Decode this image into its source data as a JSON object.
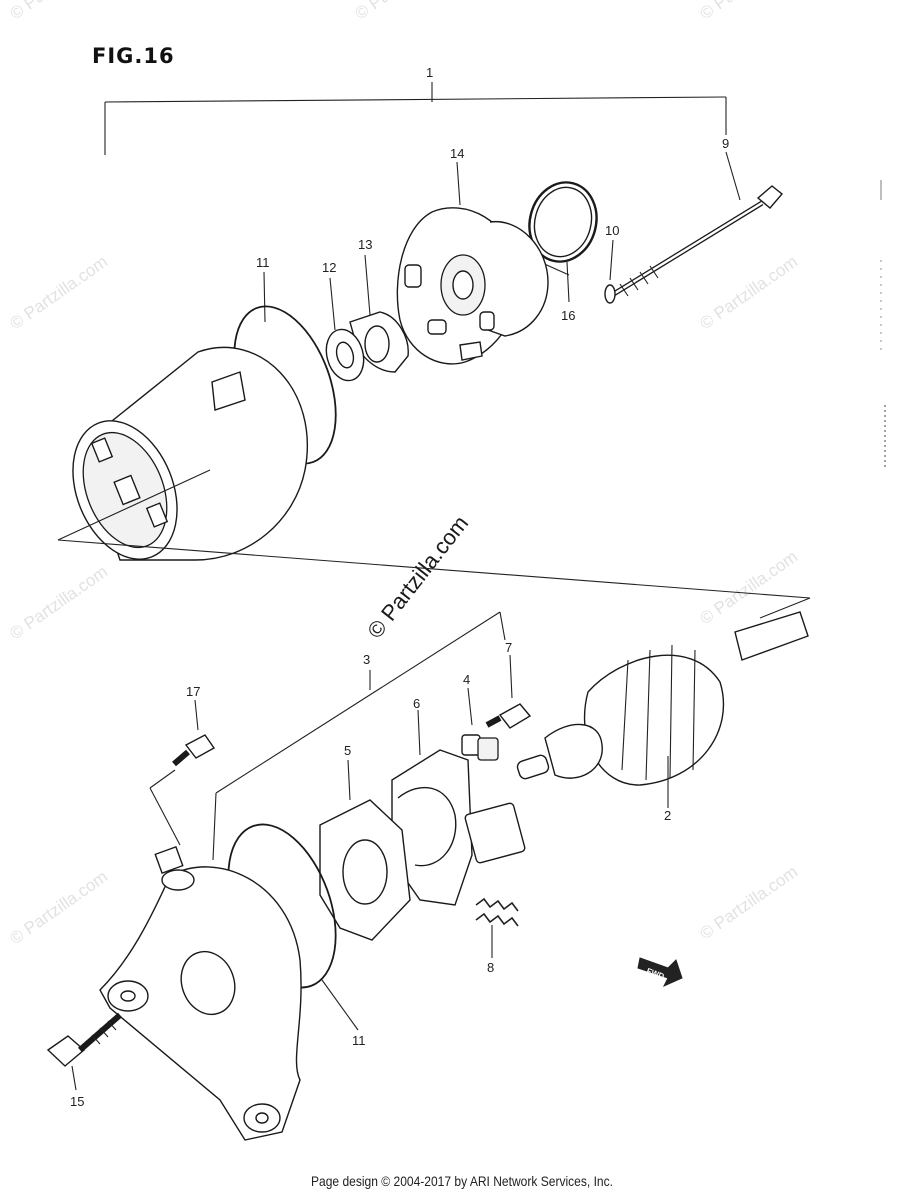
{
  "figure": {
    "title": "FIG.16"
  },
  "footer": {
    "text": "Page design © 2004-2017 by ARI Network Services, Inc."
  },
  "watermark": {
    "text": "© Partzilla.com"
  },
  "fwd_badge": {
    "text": "FWD"
  },
  "callouts": {
    "c1": "1",
    "c2": "2",
    "c3": "3",
    "c4": "4",
    "c5": "5",
    "c6": "6",
    "c7": "7",
    "c8": "8",
    "c9": "9",
    "c10": "10",
    "c11_top": "11",
    "c11_bottom": "11",
    "c12": "12",
    "c13": "13",
    "c14": "14",
    "c15": "15",
    "c16": "16",
    "c17": "17"
  }
}
